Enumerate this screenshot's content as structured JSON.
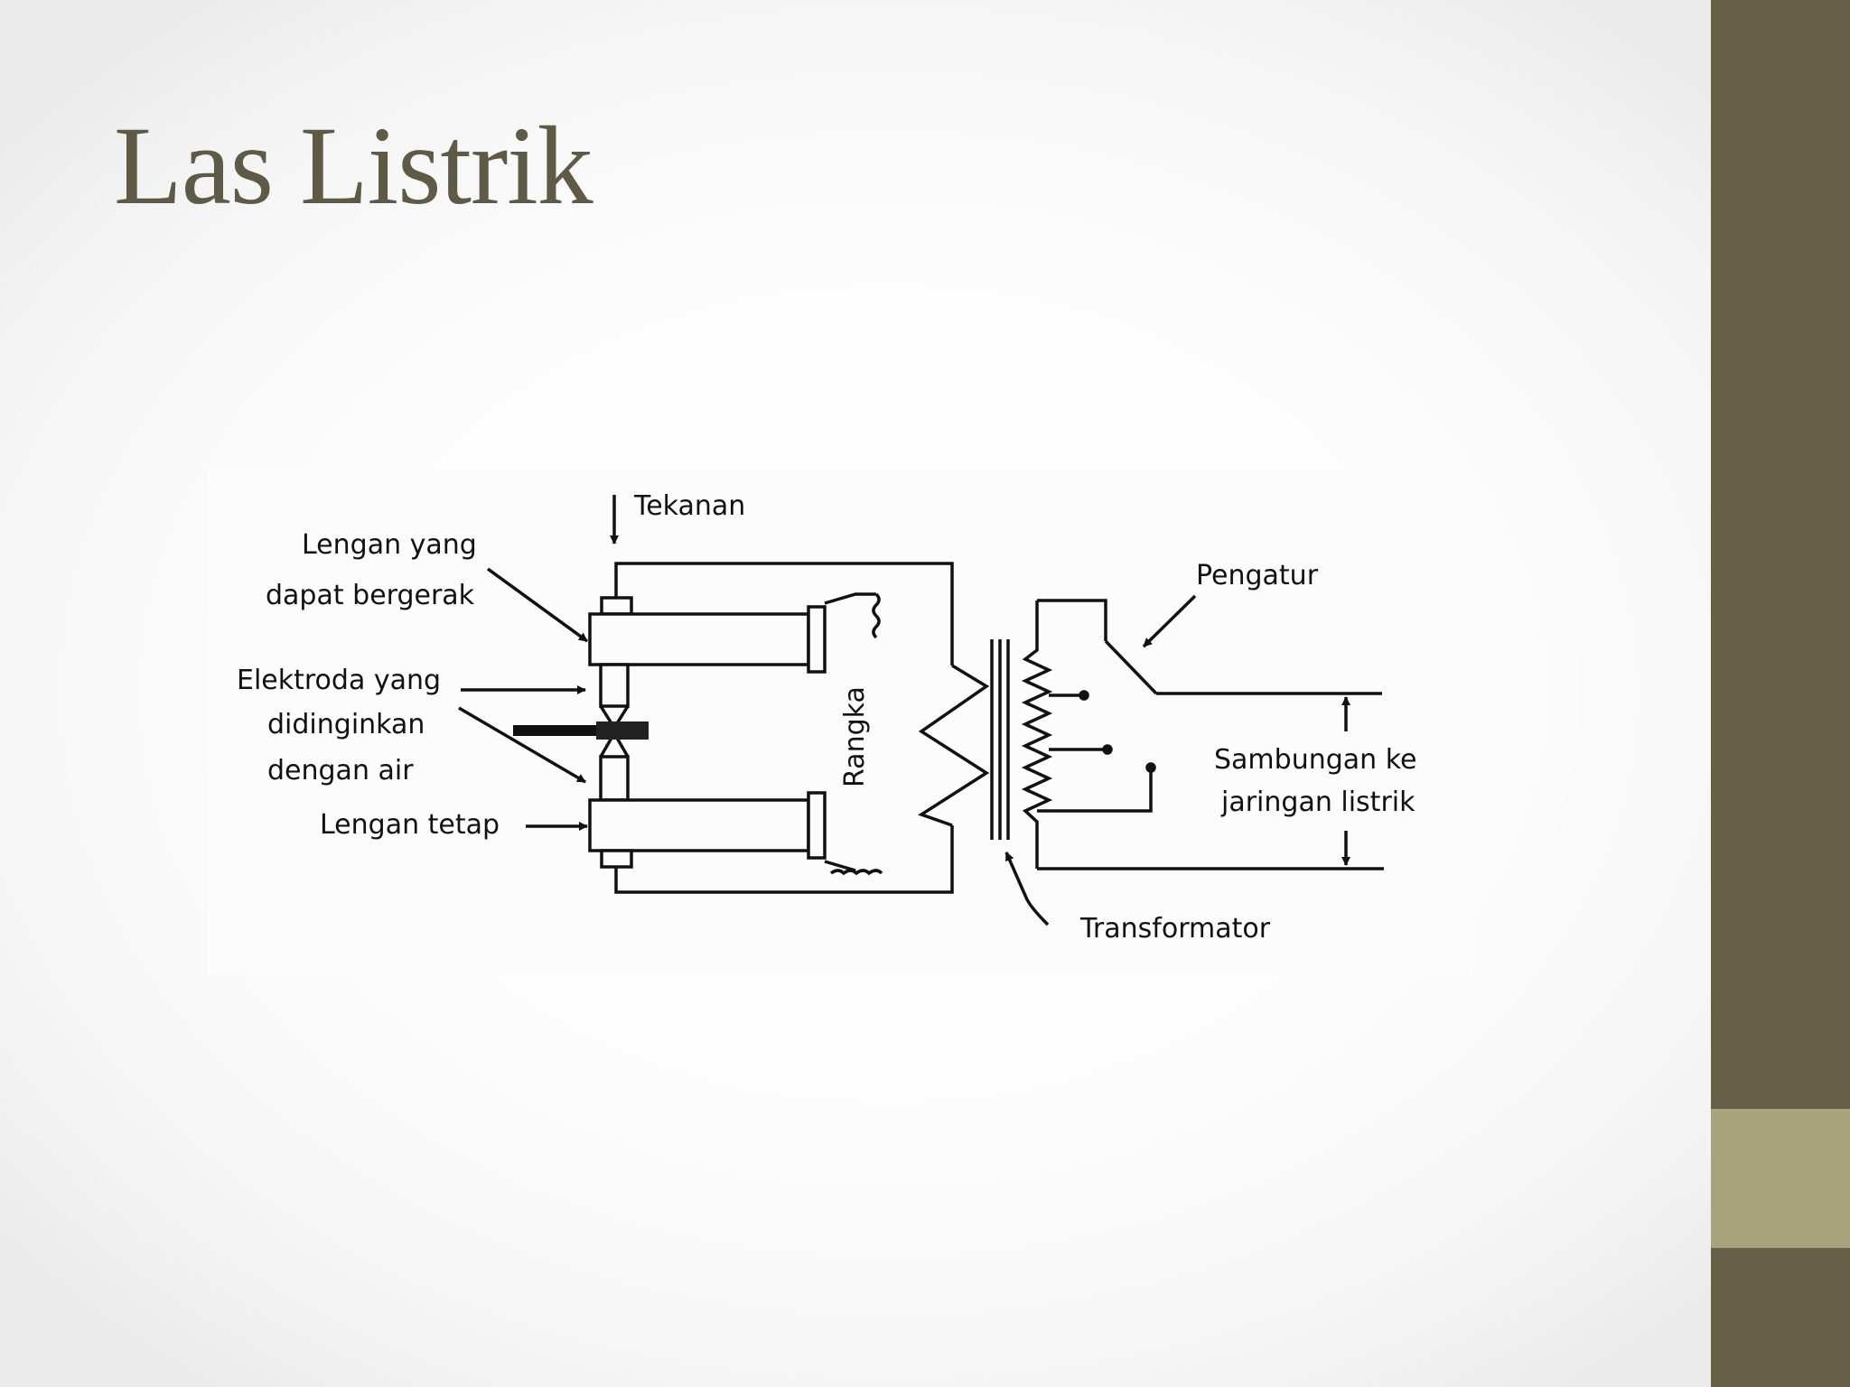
{
  "slide": {
    "title": "Las Listrik"
  },
  "diagram": {
    "labels": {
      "pressure": "Tekanan",
      "movable_arm_line1": "Lengan yang",
      "movable_arm_line2": "dapat bergerak",
      "electrode_line1": "Elektroda yang",
      "electrode_line2": "didinginkan",
      "electrode_line3": "dengan air",
      "fixed_arm": "Lengan tetap",
      "frame": "Rangka",
      "regulator": "Pengatur",
      "mains_line1": "Sambungan ke",
      "mains_line2": "jaringan listrik",
      "transformer": "Transformator"
    }
  },
  "theme": {
    "title_color": "#5e5a46",
    "side_band_color": "#675e48",
    "side_accent_color": "#a7a47c",
    "line_color": "#111111"
  }
}
